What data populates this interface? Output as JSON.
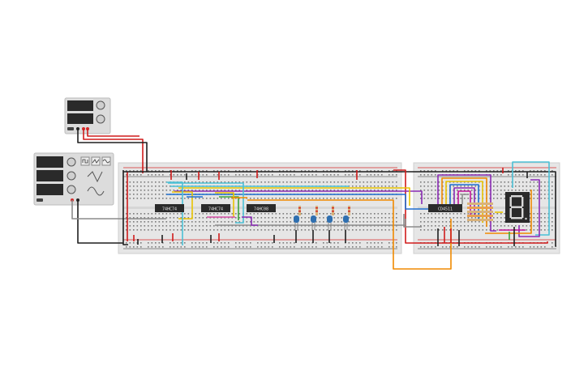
{
  "app": {
    "title": "Breadboard circuit simulation"
  },
  "colors": {
    "board": "#e6e6e6",
    "board_edge": "#cfcfcf",
    "rail_red": "#d42a2a",
    "rail_black": "#2b2b2b",
    "wire_red": "#d01c1c",
    "wire_black": "#1f1f1f",
    "wire_yellow": "#e8c400",
    "wire_blue": "#1e6fd0",
    "wire_cyan": "#4cc1d6",
    "wire_purple": "#8a2bb5",
    "wire_orange": "#f08a00",
    "wire_green": "#3aa33a",
    "wire_gray": "#8c8c8c",
    "wire_pink": "#d64fa6",
    "wire_magenta": "#c2149a",
    "instrument_body": "#dcdcdc",
    "display_bg": "#2a2a2a",
    "segment_on": "#d9d9d9"
  },
  "power_supply": {
    "name": "power-supply",
    "terminals": [
      "negative",
      "positive"
    ]
  },
  "function_generator": {
    "name": "function-generator",
    "waveform_buttons": [
      "square-wave-icon",
      "triangle-wave-icon",
      "sine-wave-icon"
    ]
  },
  "chips": [
    {
      "id": "ic1",
      "label": "74HC74"
    },
    {
      "id": "ic2",
      "label": "74HC74"
    },
    {
      "id": "ic3",
      "label": "74HC08"
    },
    {
      "id": "ic4",
      "label": "CD4511"
    }
  ],
  "leds": {
    "count": 4,
    "color": "#2f6fb0"
  },
  "seven_segment": {
    "digit": "8"
  }
}
